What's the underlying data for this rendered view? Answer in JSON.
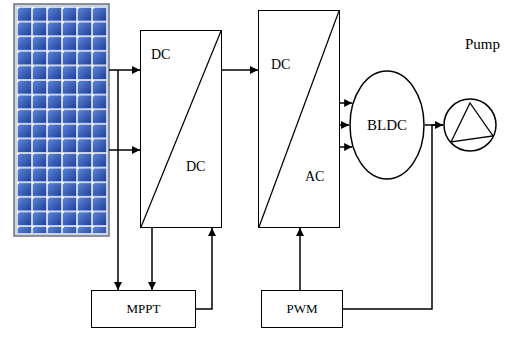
{
  "diagram": {
    "nodes": [
      {
        "text": [
          "DC",
          "DC"
        ]
      },
      {
        "text": [
          "DC",
          "AC"
        ]
      },
      {
        "text": [
          "BLDC"
        ]
      },
      {
        "text": [
          "Pump"
        ]
      },
      {
        "text": [
          "MPPT"
        ]
      },
      {
        "text": [
          "PWM"
        ]
      }
    ],
    "edges": [
      {
        "from": 0,
        "to": 1,
        "arrow": "to"
      },
      {
        "from": 1,
        "to": 2,
        "arrow": "to"
      },
      {
        "from": 1,
        "to": 2,
        "arrow": "to"
      },
      {
        "from": 1,
        "to": 2,
        "arrow": "to"
      },
      {
        "from": 2,
        "to": 3,
        "arrow": "to"
      },
      {
        "from": 4,
        "to": 0,
        "arrow": "to"
      },
      {
        "from": 5,
        "to": 1,
        "arrow": "to"
      },
      {
        "from": 3,
        "to": 5,
        "arrow": "none"
      }
    ]
  }
}
